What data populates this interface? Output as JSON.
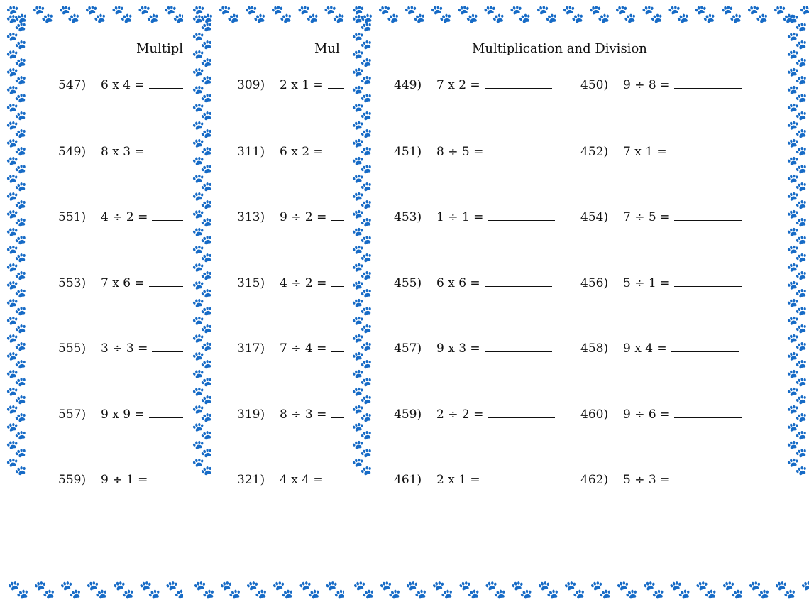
{
  "border_icon": "paw-print-icon",
  "sheets": [
    {
      "title": "Multipl",
      "problems": [
        {
          "num": "547)",
          "expr": "6 x 4 ="
        },
        {
          "num": "549)",
          "expr": "8 x 3 ="
        },
        {
          "num": "551)",
          "expr": "4  ÷ 2 ="
        },
        {
          "num": "553)",
          "expr": "7 x 6 ="
        },
        {
          "num": "555)",
          "expr": "3  ÷ 3 ="
        },
        {
          "num": "557)",
          "expr": "9 x 9 ="
        },
        {
          "num": "559)",
          "expr": "9  ÷ 1 ="
        }
      ]
    },
    {
      "title": "Mul",
      "problems": [
        {
          "num": "309)",
          "expr": "2 x 1 ="
        },
        {
          "num": "311)",
          "expr": "6 x 2 ="
        },
        {
          "num": "313)",
          "expr": "9  ÷ 2 ="
        },
        {
          "num": "315)",
          "expr": "4  ÷ 2 ="
        },
        {
          "num": "317)",
          "expr": "7  ÷ 4 ="
        },
        {
          "num": "319)",
          "expr": "8  ÷ 3 ="
        },
        {
          "num": "321)",
          "expr": "4 x 4 ="
        }
      ]
    },
    {
      "title": "Multiplication and Division",
      "problems": [
        {
          "num": "449)",
          "expr": "7 x 2 ="
        },
        {
          "num": "450)",
          "expr": "9  ÷ 8 ="
        },
        {
          "num": "451)",
          "expr": "8  ÷ 5 ="
        },
        {
          "num": "452)",
          "expr": "7 x 1 ="
        },
        {
          "num": "453)",
          "expr": "1  ÷ 1 ="
        },
        {
          "num": "454)",
          "expr": "7  ÷ 5 ="
        },
        {
          "num": "455)",
          "expr": "6 x 6 ="
        },
        {
          "num": "456)",
          "expr": "5  ÷ 1 ="
        },
        {
          "num": "457)",
          "expr": "9 x 3 ="
        },
        {
          "num": "458)",
          "expr": "9 x 4 ="
        },
        {
          "num": "459)",
          "expr": "2  ÷ 2 ="
        },
        {
          "num": "460)",
          "expr": "9  ÷ 6 ="
        },
        {
          "num": "461)",
          "expr": "2 x 1 ="
        },
        {
          "num": "462)",
          "expr": "5  ÷ 3 ="
        }
      ]
    }
  ]
}
